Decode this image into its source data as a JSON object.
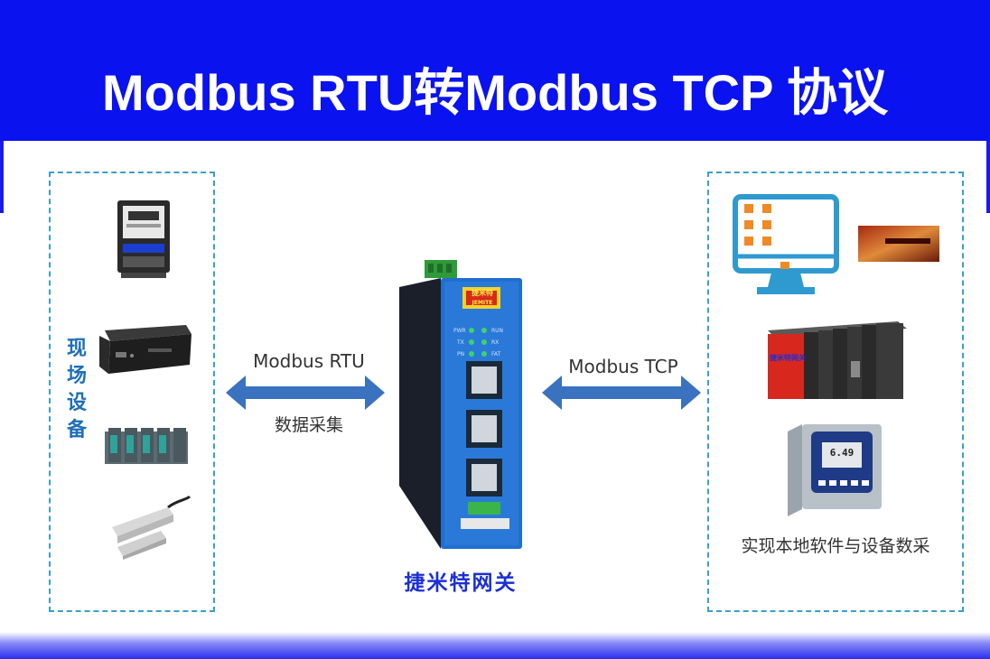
{
  "header": {
    "title": "Modbus RTU转Modbus TCP 协议"
  },
  "left_panel": {
    "label": "现场设备"
  },
  "arrows": {
    "left_top": "Modbus RTU",
    "left_bottom": "数据采集",
    "right_top": "Modbus TCP"
  },
  "gateway": {
    "caption": "捷米特网关",
    "brand": "捷米特",
    "brand_sub": "JEMITE",
    "led_labels": [
      "PWR",
      "RUN",
      "TX",
      "RX",
      "PN",
      "FAT"
    ]
  },
  "right_panel": {
    "caption": "实现本地软件与设备数采",
    "plc_tag": "捷米特网关",
    "meter_reading": "6.49"
  },
  "colors": {
    "banner": "#0a12f0",
    "arrow": "#3a72c0",
    "panel_border": "#3aa0c8",
    "gateway_blue": "#1f6fd0"
  }
}
